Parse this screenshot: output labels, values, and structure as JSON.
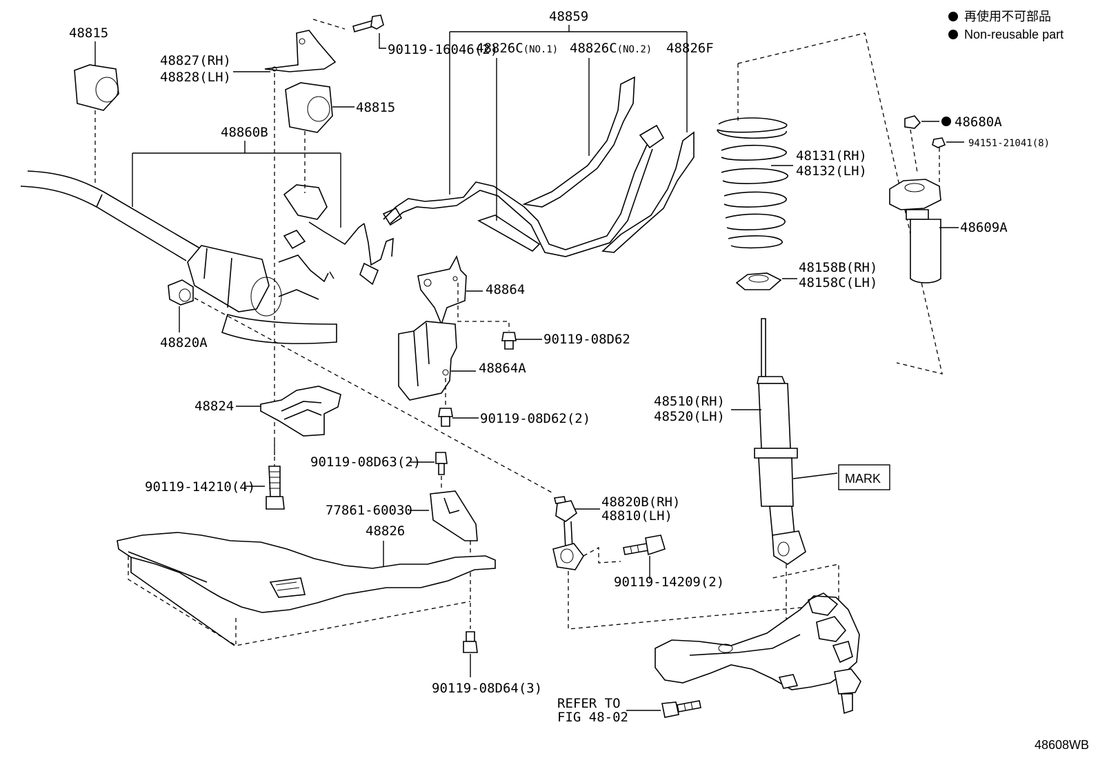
{
  "legend": {
    "non_reusable_jp": "再使用不可部品",
    "non_reusable_en": "Non-reusable part"
  },
  "figure_id": "48608WB",
  "callouts": {
    "p48815_a": "48815",
    "p48815_b": "48815",
    "p48827": "48827(RH)",
    "p48828": "48828(LH)",
    "p90119_16046": "90119-16046(2)",
    "p48860B": "48860B",
    "p48820A": "48820A",
    "p48824": "48824",
    "p90119_14210": "90119-14210(4)",
    "p48859": "48859",
    "p48826C1_num": "48826C",
    "p48826C1_sub": "(NO.1)",
    "p48826C2_num": "48826C",
    "p48826C2_sub": "(NO.2)",
    "p48826F": "48826F",
    "p48864": "48864",
    "p90119_08D62": "90119-08D62",
    "p48864A": "48864A",
    "p90119_08D62_2": "90119-08D62(2)",
    "p90119_08D63": "90119-08D63(2)",
    "p77861": "77861-60030",
    "p48826": "48826",
    "p90119_08D64": "90119-08D64(3)",
    "p48820B": "48820B(RH)",
    "p48810": "48810(LH)",
    "p90119_14209": "90119-14209(2)",
    "p48131": "48131(RH)",
    "p48132": "48132(LH)",
    "p48158B": "48158B(RH)",
    "p48158C": "48158C(LH)",
    "p48680A": "48680A",
    "p94151": "94151-21041(8)",
    "p48609A": "48609A",
    "p48510": "48510(RH)",
    "p48520": "48520(LH)",
    "mark": "MARK",
    "refer_1": "REFER TO",
    "refer_2": "FIG 48-02"
  }
}
